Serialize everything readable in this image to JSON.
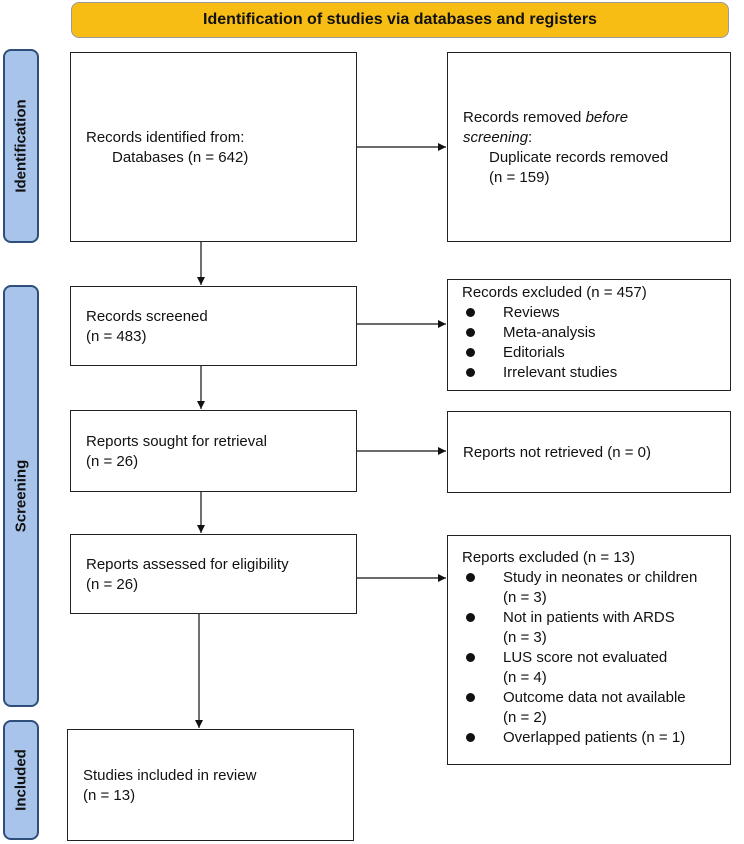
{
  "banner": "Identification of studies via databases and registers",
  "phases": {
    "identification": "Identification",
    "screening": "Screening",
    "included": "Included"
  },
  "identified": {
    "line1": "Records identified from:",
    "line2": "Databases (n = 642)"
  },
  "removed": {
    "line1_pre": "Records removed ",
    "line1_em": "before",
    "line2_em": "screening",
    "line2_post": ":",
    "line3": "Duplicate records removed",
    "line4": "(n = 159)"
  },
  "screened": {
    "line1": "Records screened",
    "line2": "(n = 483)"
  },
  "excluded_records": {
    "title": "Records excluded (n = 457)",
    "items": [
      "Reviews",
      "Meta-analysis",
      "Editorials",
      "Irrelevant studies"
    ]
  },
  "sought": {
    "line1": "Reports sought for retrieval",
    "line2": "(n = 26)"
  },
  "not_retrieved": "Reports not retrieved (n = 0)",
  "assessed": {
    "line1": "Reports assessed for eligibility",
    "line2": "(n = 26)"
  },
  "excluded_reports": {
    "title": "Reports excluded (n = 13)",
    "items": [
      {
        "label": "Study in neonates or children",
        "count": "(n = 3)"
      },
      {
        "label": "Not in patients with ARDS",
        "count": "(n = 3)"
      },
      {
        "label": "LUS score not evaluated",
        "count": "(n = 4)"
      },
      {
        "label": "Outcome data not available",
        "count": "(n = 2)"
      },
      {
        "label": "Overlapped patients (n = 1)",
        "count": ""
      }
    ]
  },
  "included": {
    "line1": "Studies included in review",
    "line2": "(n = 13)"
  }
}
